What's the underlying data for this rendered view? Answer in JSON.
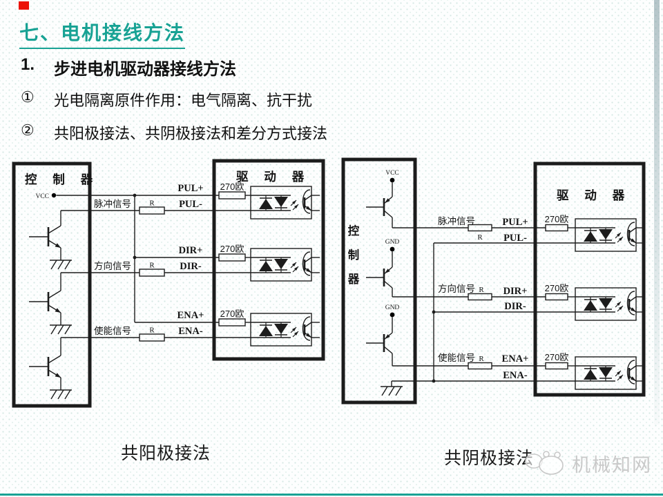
{
  "slide": {
    "title": "七、电机接线方法",
    "item1": {
      "num": "1.",
      "text": "步进电机驱动器接线方法"
    },
    "bullets": [
      {
        "num": "①",
        "text": "光电隔离原件作用：电气隔离、抗干扰"
      },
      {
        "num": "②",
        "text": "共阳极接法、共阴极接法和差分方式接法"
      }
    ],
    "captions": {
      "left": "共阳极接法",
      "right": "共阴极接法"
    },
    "watermark": "机械知网",
    "colors": {
      "accent_teal": "#18a294",
      "corner_red": "#ec1307",
      "line_black": "#1c1c1c",
      "watermark_gray": "#c9c9c9"
    }
  },
  "diagram_left": {
    "name": "共阳极接法电路图",
    "controller_label": "控 制 器",
    "driver_label": "驱 动 器",
    "vcc": "VCC",
    "rows": [
      {
        "signal": "脉冲信号",
        "r": "R",
        "ohm": "270欧",
        "plus": "PUL+",
        "minus": "PUL-"
      },
      {
        "signal": "方向信号",
        "r": "R",
        "ohm": "270欧",
        "plus": "DIR+",
        "minus": "DIR-"
      },
      {
        "signal": "使能信号",
        "r": "R",
        "ohm": "270欧",
        "plus": "ENA+",
        "minus": "ENA-"
      }
    ]
  },
  "diagram_right": {
    "name": "共阴极接法电路图",
    "controller_chars": [
      "控",
      "制",
      "器"
    ],
    "driver_label": "驱 动 器",
    "vcc": "VCC",
    "gnd": "GND",
    "rows": [
      {
        "signal": "脉冲信号",
        "r": "R",
        "ohm": "270欧",
        "plus": "PUL+",
        "minus": "PUL-"
      },
      {
        "signal": "方向信号",
        "r": "R",
        "ohm": "270欧",
        "plus": "DIR+",
        "minus": "DIR-"
      },
      {
        "signal": "使能信号",
        "r": "R",
        "ohm": "270欧",
        "plus": "ENA+",
        "minus": "ENA-"
      }
    ]
  }
}
